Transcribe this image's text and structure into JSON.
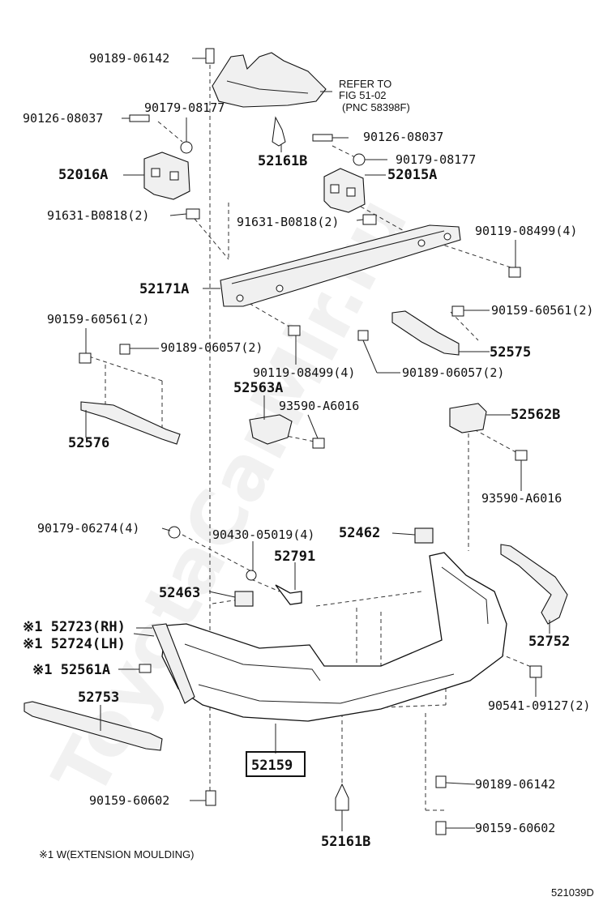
{
  "watermark": "ToyotaCarMir.ru",
  "figure_code": "521039D",
  "footnote": "※1 W(EXTENSION MOULDING)",
  "refer_note": {
    "line1": "REFER TO",
    "line2": "FIG 51-02",
    "line3": "(PNC 58398F)"
  },
  "labels": {
    "l01": "90189-06142",
    "l02": "90126-08037",
    "l03": "90179-08177",
    "l04": "52161B",
    "l05": "90126-08037",
    "l06": "90179-08177",
    "l07": "52016A",
    "l08": "52015A",
    "l09": "91631-B0818(2)",
    "l10": "91631-B0818(2)",
    "l11": "90119-08499(4)",
    "l12": "52171A",
    "l13": "90159-60561(2)",
    "l14": "90159-60561(2)",
    "l15": "90189-06057(2)",
    "l16": "52575",
    "l17": "90119-08499(4)",
    "l18": "90189-06057(2)",
    "l19": "52563A",
    "l20": "93590-A6016",
    "l21": "52562B",
    "l22": "52576",
    "l23": "93590-A6016",
    "l24": "90179-06274(4)",
    "l25": "90430-05019(4)",
    "l26": "52462",
    "l27": "52791",
    "l28": "52463",
    "l29": "※1 52723(RH)",
    "l30": "※1 52724(LH)",
    "l31": "52752",
    "l32": "※1 52561A",
    "l33": "52753",
    "l34": "90541-09127(2)",
    "l35": "52159",
    "l36": "90189-06142",
    "l37": "90159-60602",
    "l38": "90159-60602",
    "l39": "52161B"
  }
}
